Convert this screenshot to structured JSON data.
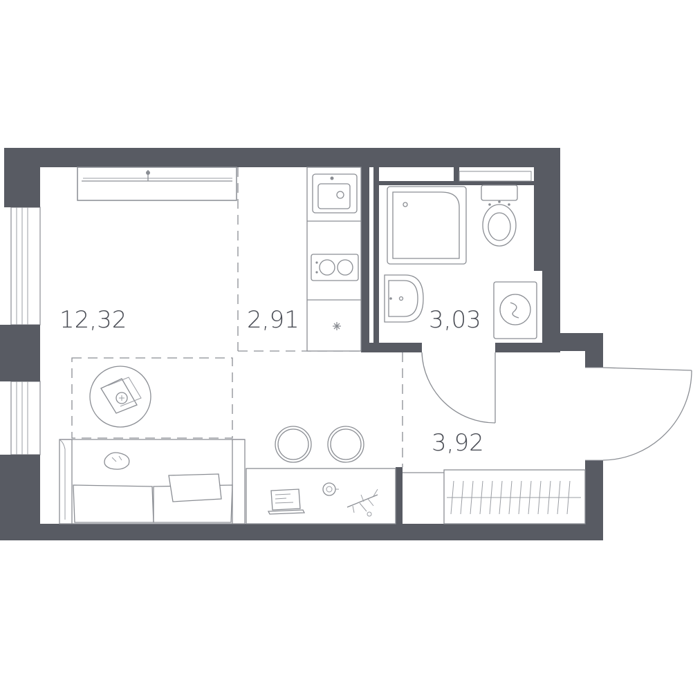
{
  "rooms": [
    {
      "id": "living",
      "area": "12,32"
    },
    {
      "id": "kitchen",
      "area": "2,91"
    },
    {
      "id": "bathroom",
      "area": "3,03"
    },
    {
      "id": "hall",
      "area": "3,92"
    }
  ],
  "colors": {
    "wall": "#585b63",
    "furniture_line": "#8a8d93",
    "label": "#4a4d55",
    "background": "#ffffff"
  }
}
